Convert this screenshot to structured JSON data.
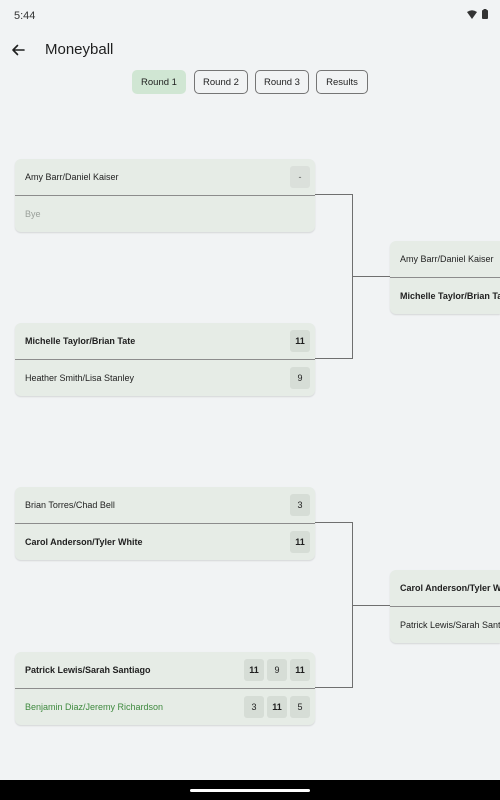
{
  "status": {
    "time": "5:44"
  },
  "app": {
    "title": "Moneyball"
  },
  "tabs": [
    {
      "label": "Round 1",
      "active": true
    },
    {
      "label": "Round 2",
      "active": false
    },
    {
      "label": "Round 3",
      "active": false
    },
    {
      "label": "Results",
      "active": false
    }
  ],
  "round1": {
    "matches": [
      {
        "teams": [
          {
            "name": "Amy Barr/Daniel Kaiser",
            "scores": [
              "-"
            ]
          },
          {
            "name": "Bye",
            "scores": []
          }
        ]
      },
      {
        "teams": [
          {
            "name": "Michelle Taylor/Brian Tate",
            "scores": [
              "11"
            ]
          },
          {
            "name": "Heather Smith/Lisa Stanley",
            "scores": [
              "9"
            ]
          }
        ]
      },
      {
        "teams": [
          {
            "name": "Brian Torres/Chad Bell",
            "scores": [
              "3"
            ]
          },
          {
            "name": "Carol Anderson/Tyler White",
            "scores": [
              "11"
            ]
          }
        ]
      },
      {
        "teams": [
          {
            "name": "Patrick Lewis/Sarah Santiago",
            "scores": [
              "11",
              "9",
              "11"
            ]
          },
          {
            "name": "Benjamin Diaz/Jeremy Richardson",
            "scores": [
              "3",
              "11",
              "5"
            ]
          }
        ]
      }
    ]
  },
  "round2": {
    "matches": [
      {
        "teams": [
          {
            "name": "Amy Barr/Daniel Kaiser"
          },
          {
            "name": "Michelle Taylor/Brian Tate"
          }
        ]
      },
      {
        "teams": [
          {
            "name": "Carol Anderson/Tyler White"
          },
          {
            "name": "Patrick Lewis/Sarah Santiago"
          }
        ]
      }
    ]
  }
}
